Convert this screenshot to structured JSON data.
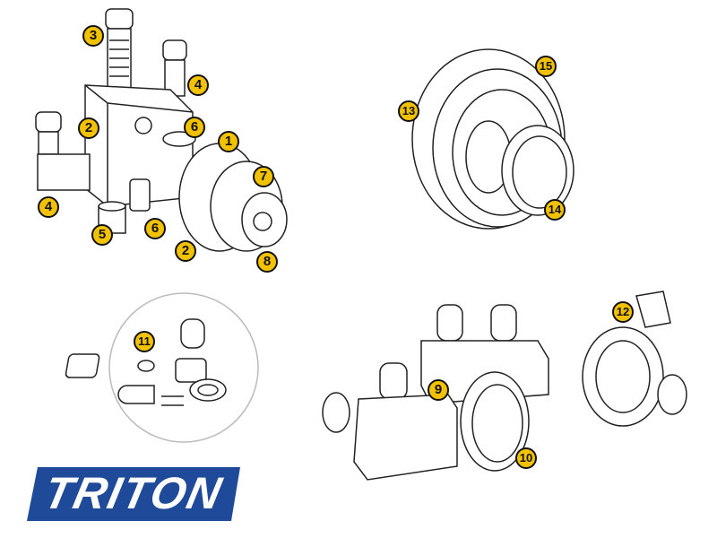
{
  "title": "Triton shower valve exploded parts diagram",
  "brand": {
    "name": "TRITON",
    "color": "#1f4a9a"
  },
  "badge_color": "#f2c200",
  "callouts": [
    {
      "label": "3"
    },
    {
      "label": "4"
    },
    {
      "label": "2"
    },
    {
      "label": "6"
    },
    {
      "label": "1"
    },
    {
      "label": "7"
    },
    {
      "label": "4"
    },
    {
      "label": "5"
    },
    {
      "label": "6"
    },
    {
      "label": "2"
    },
    {
      "label": "8"
    },
    {
      "label": "15"
    },
    {
      "label": "13"
    },
    {
      "label": "14"
    },
    {
      "label": "11"
    },
    {
      "label": "12"
    },
    {
      "label": "9"
    },
    {
      "label": "10"
    }
  ]
}
